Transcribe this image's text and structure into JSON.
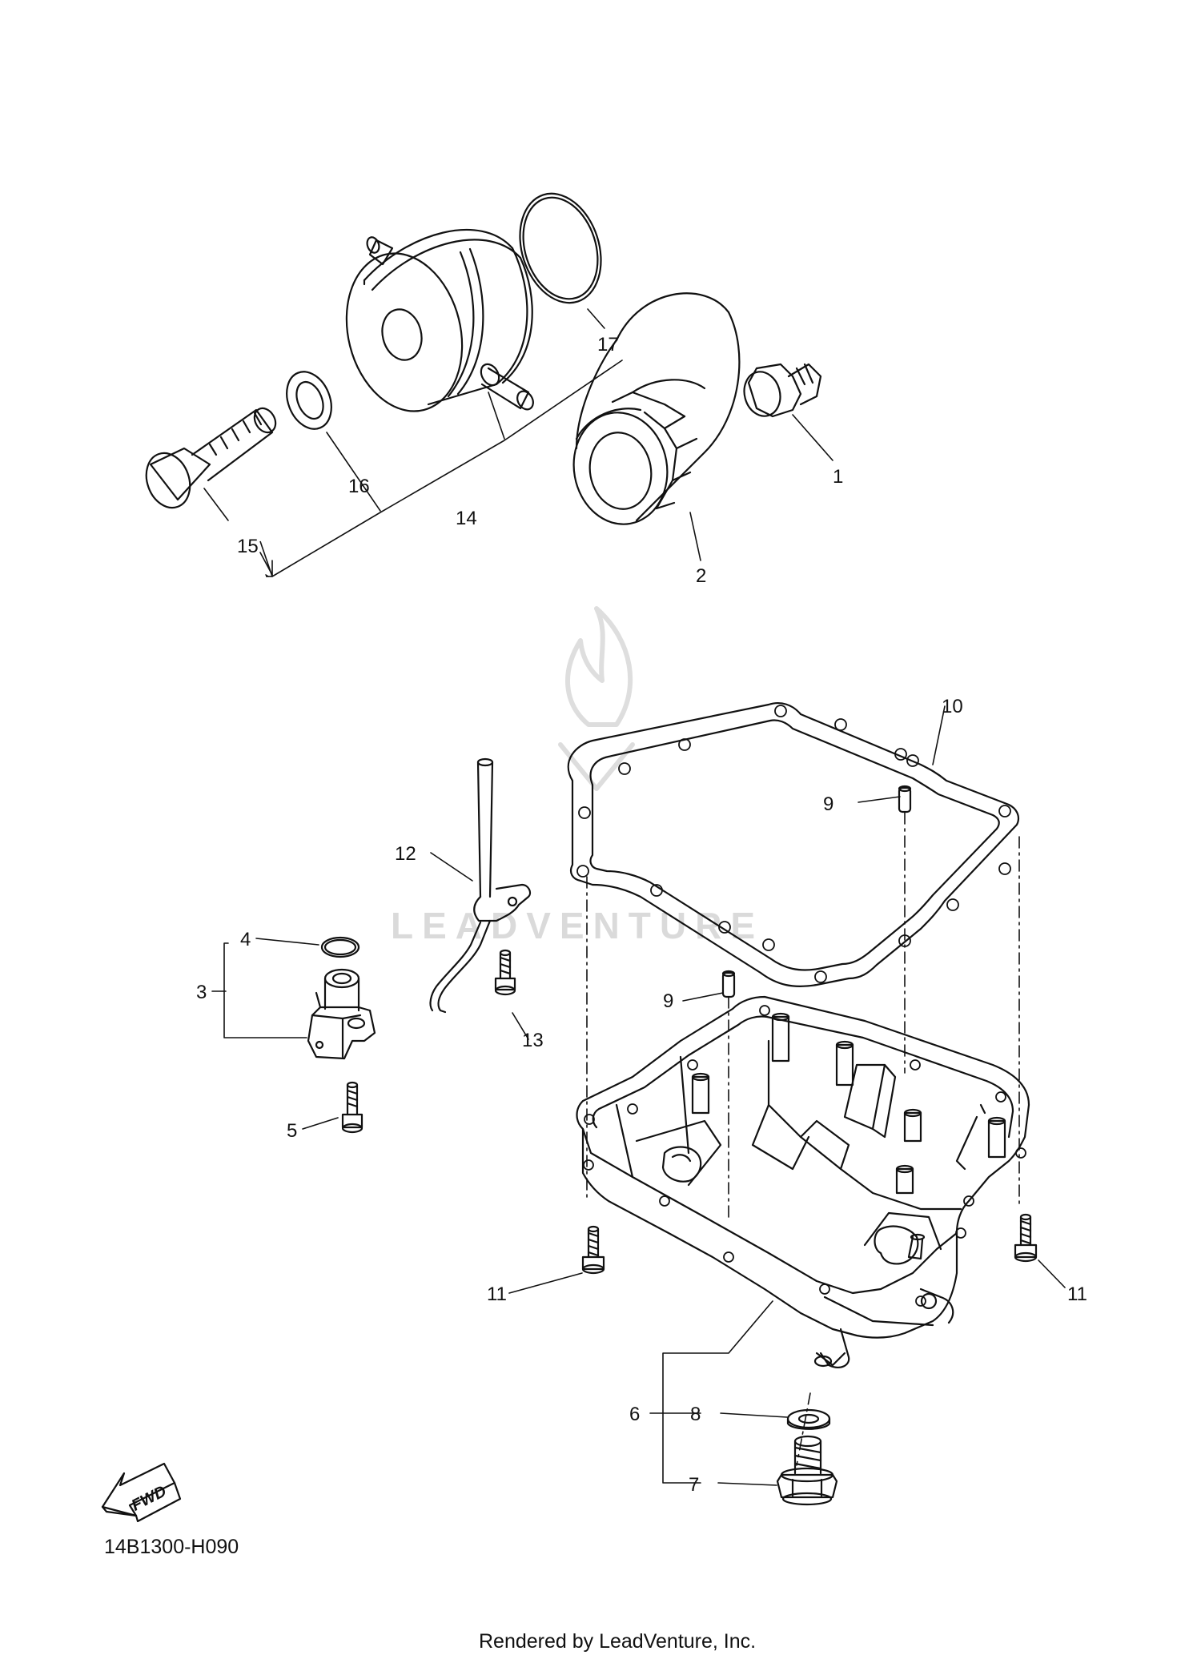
{
  "callouts": {
    "c1": "1",
    "c2": "2",
    "c3": "3",
    "c4": "4",
    "c5": "5",
    "c6": "6",
    "c7": "7",
    "c8": "8",
    "c9a": "9",
    "c9b": "9",
    "c10": "10",
    "c11a": "11",
    "c11b": "11",
    "c12": "12",
    "c13": "13",
    "c14": "14",
    "c15": "15",
    "c16": "16",
    "c17": "17"
  },
  "fwd_label": "FWD",
  "diagram_code": "14B1300-H090",
  "footer": "Rendered by LeadVenture, Inc.",
  "watermark": "LEADVENTURE",
  "icons": {
    "fwd": "fwd-arrow-icon",
    "logo": "flame-logo-icon"
  },
  "colors": {
    "line": "#111111",
    "watermark": "#bdbdbd"
  }
}
